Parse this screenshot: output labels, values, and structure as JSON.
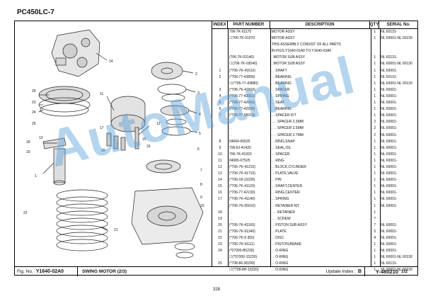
{
  "model": "PC450LC-7",
  "table": {
    "headers": [
      "INDEX",
      "PART NUMBER",
      "DESCRIPTION",
      "QTY",
      "SERIAL No."
    ],
    "rows": [
      {
        "index": "",
        "part": "706-7K-01170",
        "desc": "MOTOR ASSY",
        "qty": "1",
        "serial": "NL 60131-"
      },
      {
        "index": "",
        "part": "☐706-7K-01070",
        "desc": "MOTOR ASSY",
        "qty": "1",
        "serial": "NL 60001-NL 60130"
      },
      {
        "index": "",
        "part": "",
        "desc": "THIS ASSEMBLY CONSIST OF ALL PARTS",
        "qty": "",
        "serial": ""
      },
      {
        "index": "",
        "part": "",
        "desc": "IN FIGS.Y1640-01A0 TO Y1640-03A0",
        "qty": "",
        "serial": ""
      },
      {
        "index": "",
        "part": "(706-7K-03140)",
        "desc": ". MOTOR SUB ASSY",
        "qty": "1",
        "serial": "NL 60131-"
      },
      {
        "index": "",
        "part": "☐(706-7K-03040)",
        "desc": ". MOTOR SUB ASSY",
        "qty": "1",
        "serial": "NL 60001-NL 60130"
      },
      {
        "index": "1",
        "part": "(*706-7K-41610)",
        "desc": ". . SHAFT",
        "qty": "1",
        "serial": "NL 60001-"
      },
      {
        "index": "2",
        "part": "(*706-77-43890)",
        "desc": ". . BEARING",
        "qty": "1",
        "serial": "NL 60131-"
      },
      {
        "index": "",
        "part": "☐(*706-77-43880)",
        "desc": ". . BEARING",
        "qty": "1",
        "serial": "NL 60001-NL 60130"
      },
      {
        "index": "3",
        "part": "(*706-7K-41810)",
        "desc": ". . SPACER",
        "qty": "1",
        "serial": "NL 60001-"
      },
      {
        "index": "4",
        "part": "(*706-77-42051)",
        "desc": ". . SPRING",
        "qty": "1",
        "serial": "NL 60001-"
      },
      {
        "index": "5",
        "part": "(*706-77-42041)",
        "desc": ". . SEAT",
        "qty": "1",
        "serial": "NL 60001-"
      },
      {
        "index": "6",
        "part": "(*706-77-42590)",
        "desc": ". . BEARING",
        "qty": "1",
        "serial": "NL 60001-"
      },
      {
        "index": "7",
        "part": "(*706-77-05010)",
        "desc": ". . SPACER KIT",
        "qty": "1",
        "serial": "NL 60001-"
      },
      {
        "index": "",
        "part": ". .",
        "desc": ". . . SPACER 2.3MM",
        "qty": "2",
        "serial": "NL 60001-"
      },
      {
        "index": "",
        "part": ". .",
        "desc": ". . . SPACER 2.5MM",
        "qty": "2",
        "serial": "NL 60001-"
      },
      {
        "index": "",
        "part": ". .",
        "desc": ". . . SPACER 2.7MM",
        "qty": "2",
        "serial": "NL 60001-"
      },
      {
        "index": "8",
        "part": "04064-06525",
        "desc": ". . RING,SNAP",
        "qty": "1",
        "serial": "NL 60001-"
      },
      {
        "index": "9",
        "part": "706-8J-41420",
        "desc": ". . SEAL,OIL",
        "qty": "1",
        "serial": "NL 60001-"
      },
      {
        "index": "10",
        "part": "706-7K-41920",
        "desc": ". . SPACER",
        "qty": "1",
        "serial": "NL 60001-"
      },
      {
        "index": "11",
        "part": "04065-07525",
        "desc": ". . RING",
        "qty": "1",
        "serial": "NL 60001-"
      },
      {
        "index": "12",
        "part": "(*706-7K-41210)",
        "desc": ". . BLOCK,CYLINDER",
        "qty": "1",
        "serial": "NL 60001-"
      },
      {
        "index": "13",
        "part": "(*706-7K-41710)",
        "desc": ". . PLATE,VALVE",
        "qty": "1",
        "serial": "NL 60001-"
      },
      {
        "index": "14",
        "part": "(*706-18-13230)",
        "desc": ". . PIN",
        "qty": "1",
        "serial": "NL 60001-"
      },
      {
        "index": "15",
        "part": "(*706-7K-41120)",
        "desc": ". . SHAFT,CENTER",
        "qty": "1",
        "serial": "NL 60001-"
      },
      {
        "index": "16",
        "part": "(*706-77-42130)",
        "desc": ". . RING,CENTER",
        "qty": "1",
        "serial": "NL 60001-"
      },
      {
        "index": "17",
        "part": "(*706-7K-41140)",
        "desc": ". . SPRING",
        "qty": "1",
        "serial": "NL 60001-"
      },
      {
        "index": "",
        "part": "(*706-7K-05010)",
        "desc": ". . RETAINER KIT",
        "qty": "1",
        "serial": "NL 60001-"
      },
      {
        "index": "18",
        "part": ". .",
        "desc": ". . . RETAINER",
        "qty": "1",
        "serial": ""
      },
      {
        "index": "19",
        "part": ". .",
        "desc": ". . . SCREW",
        "qty": "7",
        "serial": ""
      },
      {
        "index": "20",
        "part": "(*706-7K-41160)",
        "desc": ". . PISTON SUB ASSY",
        "qty": "7",
        "serial": "NL 60001-"
      },
      {
        "index": "21",
        "part": "(*706-7K-91340)",
        "desc": ". . PLATE",
        "qty": "5",
        "serial": "NL 60001-"
      },
      {
        "index": "22",
        "part": "(*706-7K-9 350)",
        "desc": ". . DISC",
        "qty": "4",
        "serial": "NL 60001-"
      },
      {
        "index": "23",
        "part": "(*706-7K-91111)",
        "desc": ". . PISTON,BRAKE",
        "qty": "1",
        "serial": "NL 60001-"
      },
      {
        "index": "24",
        "part": "(*07000-B5230)",
        "desc": ". . O-RING",
        "qty": "1",
        "serial": "NL 60001-"
      },
      {
        "index": "",
        "part": "☐(*07000-15230)",
        "desc": ". . O-RING",
        "qty": "1",
        "serial": "NL 60001-NL 60130"
      },
      {
        "index": "25",
        "part": "(*708-86-90290)",
        "desc": ". . O-RING",
        "qty": "1",
        "serial": "NL 60131-"
      },
      {
        "index": "",
        "part": "☐(*708-8H-15220)",
        "desc": ". . O-RING",
        "qty": "1",
        "serial": "NL 60001-NL 60130"
      }
    ]
  },
  "diagram": {
    "callouts": [
      "14",
      "2",
      "1",
      "3",
      "4",
      "5",
      "6",
      "7",
      "8",
      "9",
      "10",
      "11",
      "12",
      "13",
      "15",
      "16",
      "17",
      "18",
      "19",
      "20",
      "21",
      "22",
      "23",
      "24",
      "25",
      "26"
    ]
  },
  "footer": {
    "fig_label": "Fig. No.",
    "fig_no": "Y1640-02A0",
    "title": "SWING MOTOR (2/3)",
    "update_label": "Update Index :",
    "update_value": "B",
    "serial": "Y-480210",
    "sheet": "1/2"
  },
  "page_number": "328",
  "watermark": "AutoManual",
  "colors": {
    "watermark": "#5aa0d7",
    "line": "#000000"
  }
}
